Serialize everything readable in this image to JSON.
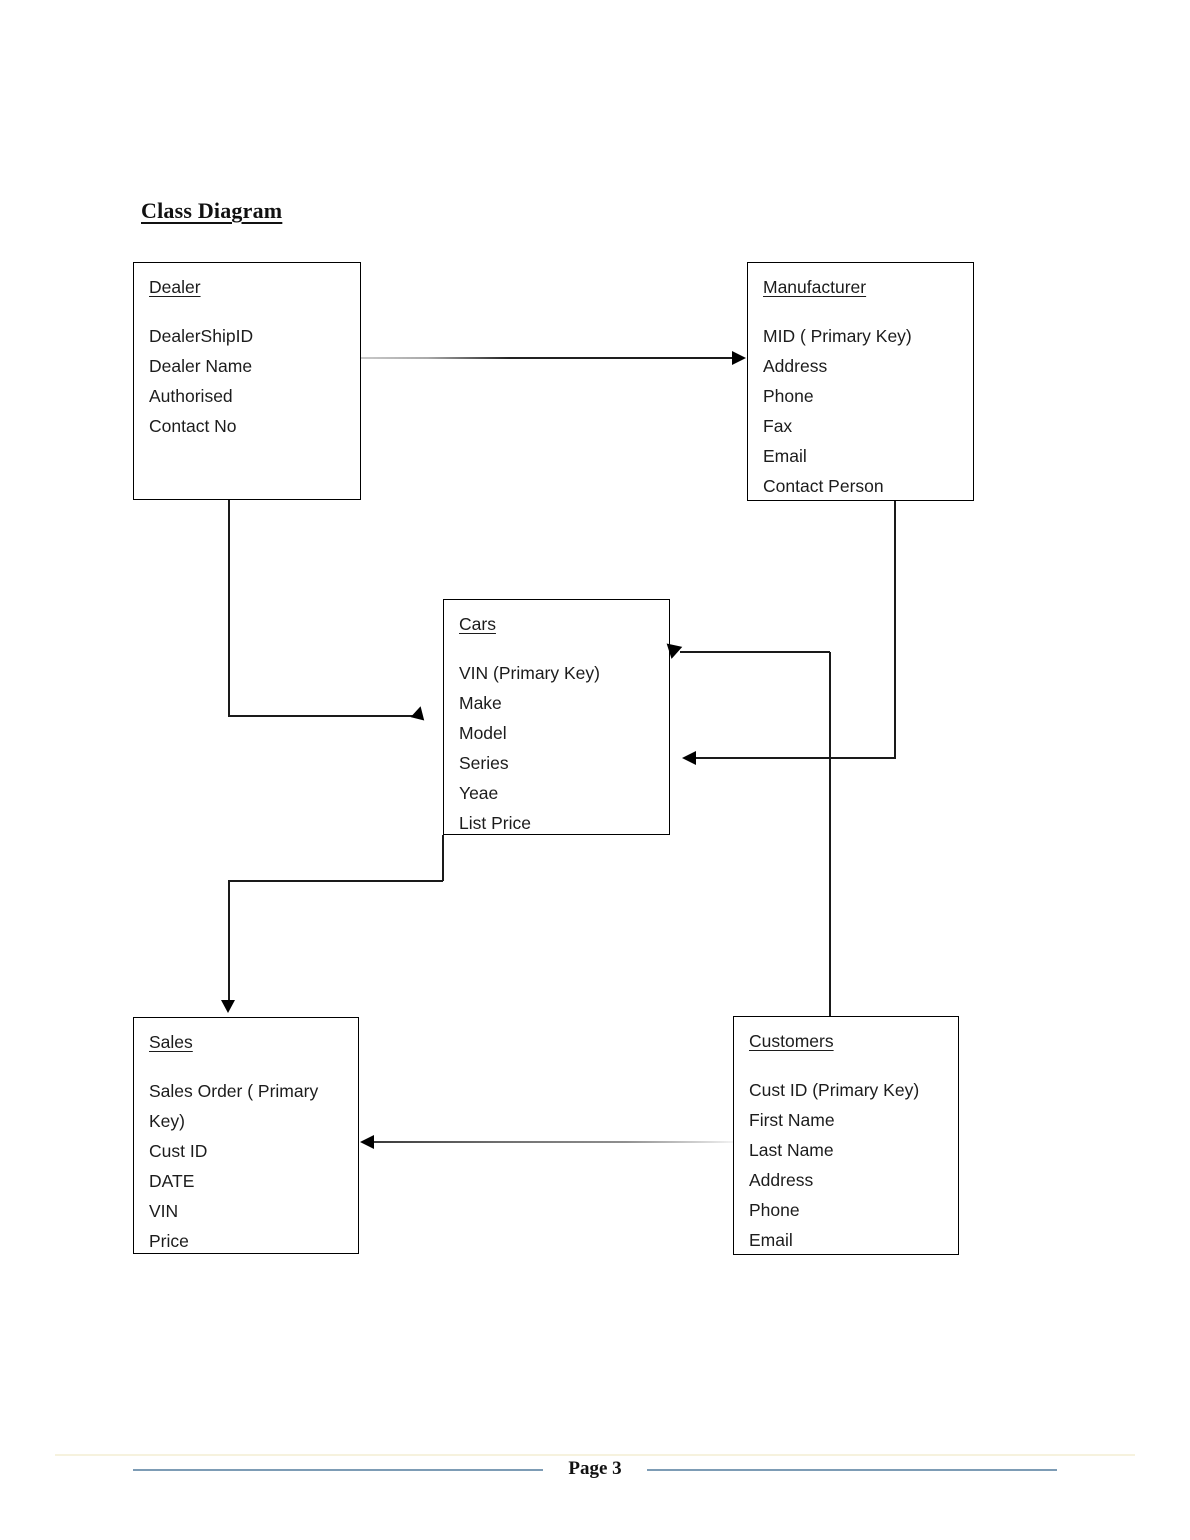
{
  "document": {
    "title": "Class Diagram",
    "footer": {
      "page_label": "Page 3"
    }
  },
  "colors": {
    "box_border": "#000000",
    "text": "#1c1c1c",
    "footer_rule": "#7d9cb5"
  },
  "classes": [
    {
      "name": "Dealer",
      "fields": [
        "DealerShipID",
        "Dealer Name",
        "Authorised",
        "Contact No"
      ]
    },
    {
      "name": "Manufacturer",
      "fields": [
        "MID ( Primary Key)",
        "Address",
        "Phone",
        "Fax",
        "Email",
        "Contact Person"
      ]
    },
    {
      "name": "Cars",
      "fields": [
        "VIN (Primary Key)",
        "Make",
        "Model",
        "Series",
        "Yeae",
        "List Price"
      ]
    },
    {
      "name": "Sales",
      "fields": [
        "Sales Order ( Primary Key)",
        "Cust ID",
        "DATE",
        "VIN",
        "Price"
      ]
    },
    {
      "name": "Customers",
      "fields": [
        "Cust ID (Primary Key)",
        "First Name",
        "Last Name",
        "Address",
        "Phone",
        "Email"
      ]
    }
  ],
  "relationships": [
    {
      "from": "Dealer",
      "to": "Manufacturer"
    },
    {
      "from": "Dealer",
      "to": "Cars"
    },
    {
      "from": "Manufacturer",
      "to": "Cars"
    },
    {
      "from": "Customers",
      "to": "Cars"
    },
    {
      "from": "Cars",
      "to": "Sales"
    },
    {
      "from": "Customers",
      "to": "Sales"
    }
  ]
}
